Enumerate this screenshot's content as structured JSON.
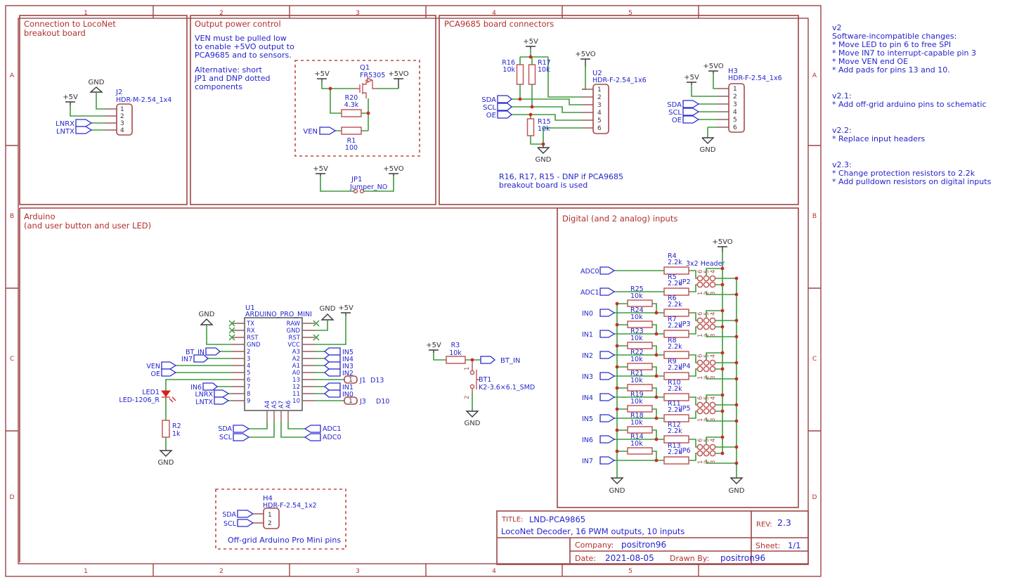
{
  "fr": {
    "cols": [
      "1",
      "2",
      "3",
      "4",
      "5"
    ],
    "rows": [
      "A",
      "B",
      "C",
      "D"
    ]
  },
  "colors": {
    "wire_green": "#3e9b3e",
    "component_red": "#c05858",
    "net_blue": "#2424cc",
    "frame_red": "#9d4545"
  },
  "ln": {
    "t1": "Connection to LocoNet",
    "t2": "breakout board",
    "gnd": "GND",
    "v5": "+5V",
    "ref": "J2",
    "part": "HDR-M-2.54_1x4",
    "pins": [
      "1",
      "2",
      "3",
      "4"
    ],
    "lnrx": "LNRX",
    "lntx": "LNTX"
  },
  "pw": {
    "t": "Output power control",
    "n1": "VEN must be pulled low\nto enable +5VO output to\nPCA9685 and to sensors.",
    "n2": "Alternative: short\nJP1 and DNP dotted\ncomponents",
    "v5": "+5V",
    "v5vo": "+5VO",
    "q1": "Q1",
    "q1p": "FR5305",
    "r20": "R20",
    "r20v": "4.3k",
    "r1": "R1",
    "r1v": "100",
    "ven": "VEN",
    "jp1": "JP1",
    "jp1p": "Jumper_NO"
  },
  "pc": {
    "t": "PCA9685 board connectors",
    "v5": "+5V",
    "v5vo": "+5VO",
    "gnd": "GND",
    "r16": "R16",
    "r17": "R17",
    "r15": "R15",
    "rv": "10k",
    "sda": "SDA",
    "scl": "SCL",
    "oe": "OE",
    "u2": "U2",
    "u2p": "HDR-F-2.54_1x6",
    "h3": "H3",
    "h3p": "HDR-F-2.54_1x6",
    "pins": [
      "1",
      "2",
      "3",
      "4",
      "5",
      "6"
    ],
    "n": "R16, R17, R15 - DNP if PCA9685\nbreakout board is used"
  },
  "ar": {
    "t1": "Arduino",
    "t2": "(and user button and user LED)",
    "ref": "U1",
    "part": "ARDUINO_PRO_MINI",
    "lp": [
      "TX",
      "RX",
      "RST",
      "GND",
      "2",
      "3",
      "4",
      "5",
      "6",
      "7",
      "8",
      "9"
    ],
    "rp": [
      "RAW",
      "GND",
      "RST",
      "VCC",
      "A3",
      "A2",
      "A1",
      "A0",
      "13",
      "12",
      "11",
      "10"
    ],
    "bp": [
      "A4",
      "A5",
      "A7",
      "A6"
    ],
    "gnd": "GND",
    "v5": "+5V",
    "btin": "BT_IN",
    "in7": "IN7",
    "ven": "VEN",
    "oe": "OE",
    "in6": "IN6",
    "lnrx": "LNRX",
    "lntx": "LNTX",
    "in5": "IN5",
    "in4": "IN4",
    "in3": "IN3",
    "in2": "IN2",
    "in1": "IN1",
    "in0": "IN0",
    "p1": "1",
    "j1": "J1",
    "d13": "D13",
    "j3": "J3",
    "d10": "D10",
    "led": "LED1",
    "ledp": "LED-1206_R",
    "r2": "R2",
    "r2v": "1k",
    "sda": "SDA",
    "scl": "SCL",
    "adc1": "ADC1",
    "adc0": "ADC0"
  },
  "bt": {
    "v5": "+5V",
    "r3": "R3",
    "r3v": "10k",
    "btin": "BT_IN",
    "p1": "1",
    "p2": "2",
    "ref": "BT1",
    "part": "K2-3.6×6.1_SMD",
    "gnd": "GND"
  },
  "og": {
    "ref": "H4",
    "part": "HDR-F-2.54_1x2",
    "pins": [
      "1",
      "2"
    ],
    "sda": "SDA",
    "scl": "SCL",
    "cap": "Off-grid Arduino Pro Mini pins"
  },
  "inp": {
    "t": "Digital (and 2 analog) inputs",
    "v5vo": "+5VO",
    "hdr": "3x2 Header",
    "gnd": "GND",
    "rows": [
      {
        "p": "ADC0",
        "s": "R4",
        "sv": "2.2k"
      },
      {
        "p": "ADC1",
        "s": "R5",
        "sv": "2.2k"
      },
      {
        "p": "IN0",
        "pl": "R25",
        "plv": "10k",
        "s": "R6",
        "sv": "2.2k"
      },
      {
        "p": "IN1",
        "pl": "R24",
        "plv": "10k",
        "s": "R7",
        "sv": "2.2k"
      },
      {
        "p": "IN2",
        "pl": "R23",
        "plv": "10k",
        "s": "R8",
        "sv": "2.2k"
      },
      {
        "p": "IN3",
        "pl": "R22",
        "plv": "10k",
        "s": "R9",
        "sv": "2.2k"
      },
      {
        "p": "IN4",
        "pl": "R21",
        "plv": "10k",
        "s": "R10",
        "sv": "2.2k"
      },
      {
        "p": "IN5",
        "pl": "R19",
        "plv": "10k",
        "s": "R11",
        "sv": "2.2k"
      },
      {
        "p": "IN6",
        "pl": "R18",
        "plv": "10k",
        "s": "R12",
        "sv": "2.2k"
      },
      {
        "p": "IN7",
        "pl": "R14",
        "plv": "10k",
        "s": "R13",
        "sv": "2.2k"
      }
    ],
    "hs": [
      {
        "ref": "JP2"
      },
      {
        "ref": "JP3"
      },
      {
        "ref": "JP4"
      },
      {
        "ref": "JP5"
      },
      {
        "ref": "JP6"
      }
    ],
    "pt": [
      "6",
      "5",
      "4"
    ],
    "pb": [
      "1",
      "2",
      "3"
    ]
  },
  "tb": {
    "tl": "TITLE:",
    "tv": "LND-PCA9865",
    "st": "LocoNet Decoder, 16 PWM outputs, 10 inputs",
    "rl": "REV:",
    "rv": "2.3",
    "cl": "Company:",
    "cv": "positron96",
    "shl": "Sheet:",
    "shv": "1/1",
    "dl": "Date:",
    "dv": "2021-08-05",
    "bl": "Drawn By:",
    "bv": "positron96"
  },
  "nt": {
    "v2": "v2\nSoftware-incompatible changes:\n* Move LED to pin 6 to free SPI\n* Move IN7 to interrupt-capable pin 3\n* Move VEN end OE\n* Add pads for pins 13 and 10.",
    "v21": "v2.1:\n* Add off-grid arduino pins to schematic",
    "v22": "v2.2:\n* Replace input headers",
    "v23": "v2.3:\n* Change protection resistors to 2.2k\n* Add pulldown resistors on digital inputs"
  }
}
